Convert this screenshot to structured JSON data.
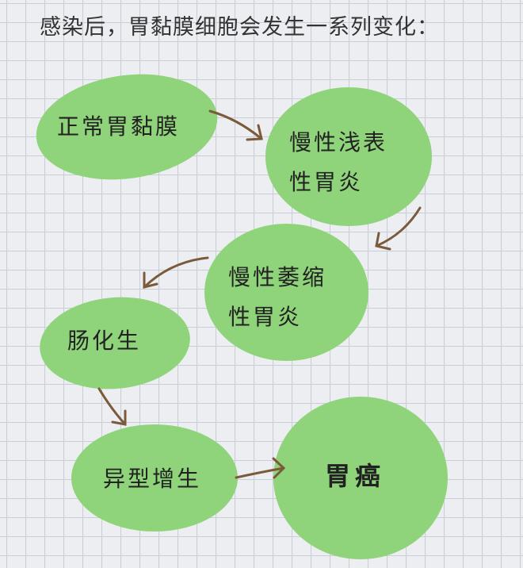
{
  "title": "感染后，胃黏膜细胞会发生一系列变化：",
  "nodes": {
    "normal": "正常胃黏膜",
    "superficial_1": "慢性浅表",
    "superficial_2": "性胃炎",
    "atrophic_1": "慢性萎缩",
    "atrophic_2": "性胃炎",
    "metaplasia": "肠化生",
    "dysplasia": "异型增生",
    "cancer": "胃癌"
  },
  "colors": {
    "node": "#8fd47a",
    "arrow": "#7a5a3a"
  }
}
